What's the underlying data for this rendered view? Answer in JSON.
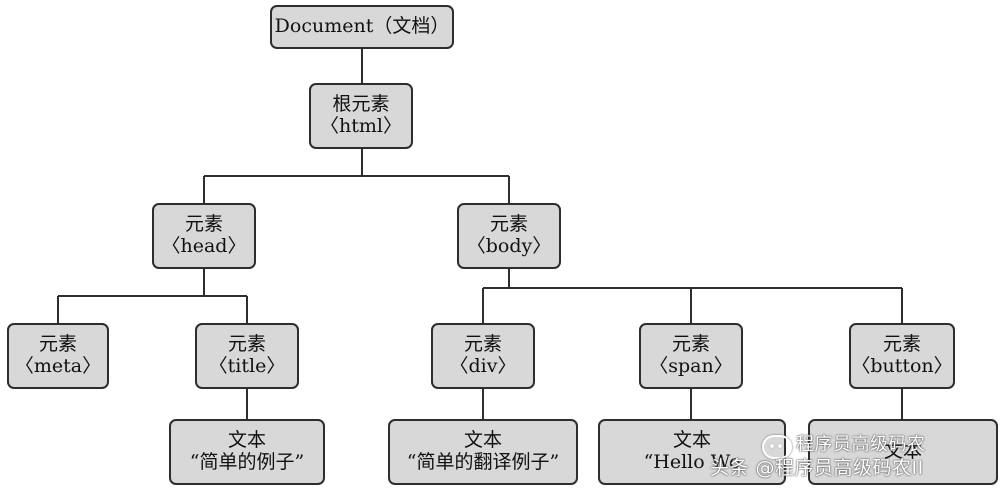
{
  "diagram": {
    "nodes": [
      {
        "id": "document",
        "lines": [
          "Document（文档）"
        ]
      },
      {
        "id": "root",
        "lines": [
          "根元素",
          "〈html〉"
        ]
      },
      {
        "id": "head",
        "lines": [
          "元素",
          "〈head〉"
        ]
      },
      {
        "id": "body",
        "lines": [
          "元素",
          "〈body〉"
        ]
      },
      {
        "id": "meta",
        "lines": [
          "元素",
          "〈meta〉"
        ]
      },
      {
        "id": "title",
        "lines": [
          "元素",
          "〈title〉"
        ]
      },
      {
        "id": "div",
        "lines": [
          "元素",
          "〈div〉"
        ]
      },
      {
        "id": "span",
        "lines": [
          "元素",
          "〈span〉"
        ]
      },
      {
        "id": "button",
        "lines": [
          "元素",
          "〈button〉"
        ]
      },
      {
        "id": "text-title",
        "lines": [
          "文本",
          "“简单的例子”"
        ]
      },
      {
        "id": "text-div",
        "lines": [
          "文本",
          "“简单的翻译例子”"
        ]
      },
      {
        "id": "text-span",
        "lines": [
          "文本",
          "“Hello Wo"
        ]
      },
      {
        "id": "text-button",
        "lines": [
          "文本",
          ""
        ]
      }
    ],
    "edges": [
      [
        "document",
        "root"
      ],
      [
        "root",
        "head"
      ],
      [
        "root",
        "body"
      ],
      [
        "head",
        "meta"
      ],
      [
        "head",
        "title"
      ],
      [
        "body",
        "div"
      ],
      [
        "body",
        "span"
      ],
      [
        "body",
        "button"
      ],
      [
        "title",
        "text-title"
      ],
      [
        "div",
        "text-div"
      ],
      [
        "span",
        "text-span"
      ],
      [
        "button",
        "text-button"
      ]
    ]
  },
  "watermark": {
    "title": "程序员高级码农",
    "bottom": "头条 @程序员高级码农II",
    "icon": "wechat-icon"
  }
}
